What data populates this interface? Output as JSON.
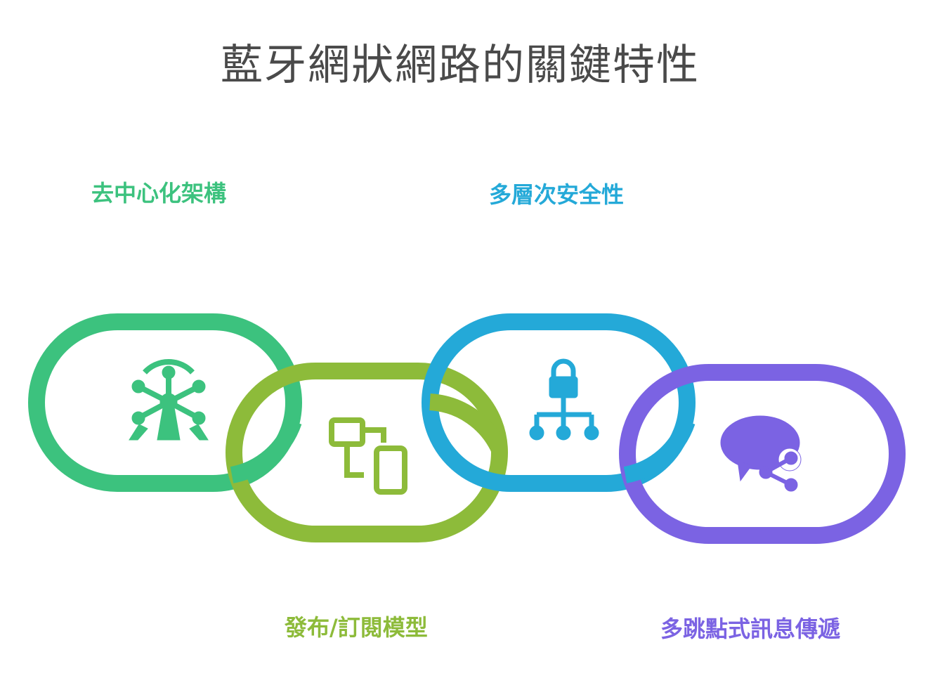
{
  "title": "藍牙網狀網路的關鍵特性",
  "features": [
    {
      "label": "去中心化架構",
      "color": "#3cc27e",
      "icon": "ferris-wheel-icon"
    },
    {
      "label": "發布/訂閱模型",
      "color": "#8dbb3a",
      "icon": "devices-connect-icon"
    },
    {
      "label": "多層次安全性",
      "color": "#24a9d8",
      "icon": "lock-network-icon"
    },
    {
      "label": "多跳點式訊息傳遞",
      "color": "#7b63e3",
      "icon": "chat-share-icon"
    }
  ]
}
